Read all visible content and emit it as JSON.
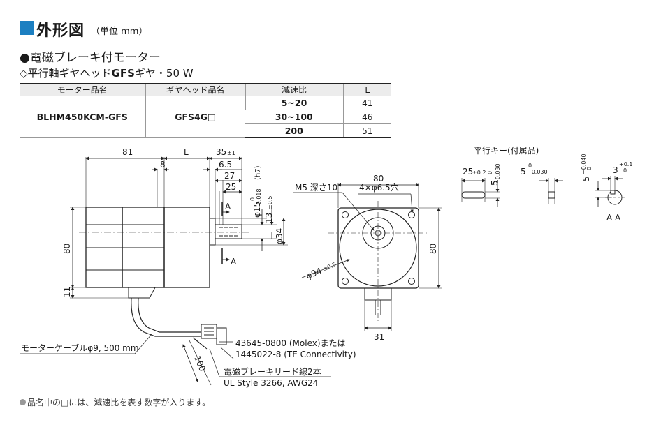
{
  "header": {
    "title": "外形図",
    "unit": "（単位 mm）"
  },
  "section": {
    "title": "●電磁ブレーキ付モーター",
    "subtitle_prefix": "◇平行軸ギヤヘッド",
    "subtitle_bold": "GFS",
    "subtitle_suffix": "ギヤ・50 W"
  },
  "spec_table": {
    "headers": [
      "モーター品名",
      "ギヤヘッド品名",
      "減速比",
      "L"
    ],
    "motor_name": "BLHM450KCM-GFS",
    "gear_name": "GFS4G□",
    "rows": [
      {
        "ratio": "5~20",
        "L": "41"
      },
      {
        "ratio": "30~100",
        "L": "46"
      },
      {
        "ratio": "200",
        "L": "51"
      }
    ]
  },
  "drawing": {
    "side": {
      "dim_81": "81",
      "dim_L": "L",
      "dim_35": "35",
      "tol_35": "±1",
      "dim_8": "8",
      "dim_6_5": "6.5",
      "dim_27": "27",
      "dim_25": "25",
      "dim_phi15": "φ15",
      "tol_phi15_upper": "0",
      "tol_phi15_lower": "−0.018",
      "tol_phi15_fit": "(h7)",
      "dim_13": "13",
      "tol_13": "±0.5",
      "dim_phi34": "φ34",
      "dim_80": "80",
      "dim_11": "11",
      "section_mark": "A",
      "cable_label": "モーターケーブルφ9, 500 mm",
      "connector_label_1": "43645-0800 (Molex)または",
      "connector_label_2": "1445022-8 (TE Connectivity)",
      "dim_100": "100",
      "brake_lead_label_1": "電磁ブレーキリード線2本",
      "brake_lead_label_2": "UL Style 3266, AWG24"
    },
    "front": {
      "dim_80_top": "80",
      "m5_label": "M5 深さ10",
      "hole_label": "4×φ6.5穴",
      "dim_80_right": "80",
      "dim_phi94": "φ94",
      "tol_phi94": "±0.5",
      "dim_31": "31"
    },
    "key": {
      "title": "平行キー(付属品)",
      "dim_25": "25",
      "tol_25": "±0.2",
      "dim_5a": "5",
      "tol_5a_upper": "0",
      "tol_5a_lower": "−0.030",
      "dim_5b": "5",
      "tol_5b_upper": "0",
      "tol_5b_lower": "−0.030",
      "dim_5c": "5",
      "tol_5c_upper": "+0.040",
      "tol_5c_lower": "0",
      "dim_3": "3",
      "tol_3_upper": "+0.1",
      "tol_3_lower": "0",
      "section_label": "A-A"
    }
  },
  "footnote": "品名中の□には、減速比を表す数字が入ります。"
}
